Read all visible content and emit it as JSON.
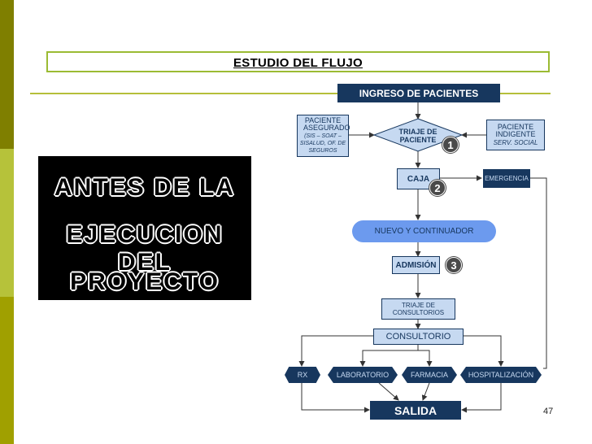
{
  "slide": {
    "title": "ESTUDIO DEL FLUJO",
    "page_number": "47",
    "banner_lines": [
      "ANTES DE LA",
      "EJECUCION DEL",
      "PROYECTO"
    ]
  },
  "diagram": {
    "ingreso": "INGRESO DE PACIENTES",
    "asegurado_title": "PACIENTE ASEGURADO",
    "asegurado_sub": "(SIS – SOAT – SISALUD, OF. DE SEGUROS",
    "triaje_paciente": "TRIAJE DE PACIENTE",
    "indigente_title": "PACIENTE INDIGENTE",
    "indigente_sub": "SERV. SOCIAL",
    "caja": "CAJA",
    "emergencia": "EMERGENCIA",
    "nuevo": "NUEVO Y CONTINUADOR",
    "admision": "ADMISIÓN",
    "triaje_consultorios": "TRIAJE DE CONSULTORIOS",
    "consultorio": "CONSULTORIO",
    "rx": "RX",
    "laboratorio": "LABORATORIO",
    "farmacia": "FARMACIA",
    "hospitalizacion": "HOSPITALIZACIÓN",
    "salida": "SALIDA",
    "badges": [
      "1",
      "2",
      "3"
    ]
  },
  "colors": {
    "dark_node": "#17375e",
    "light_node": "#c6d9f1",
    "pill": "#6c9aee",
    "accent_green": "#9bbb33",
    "sidebar_olive": "#808000"
  }
}
